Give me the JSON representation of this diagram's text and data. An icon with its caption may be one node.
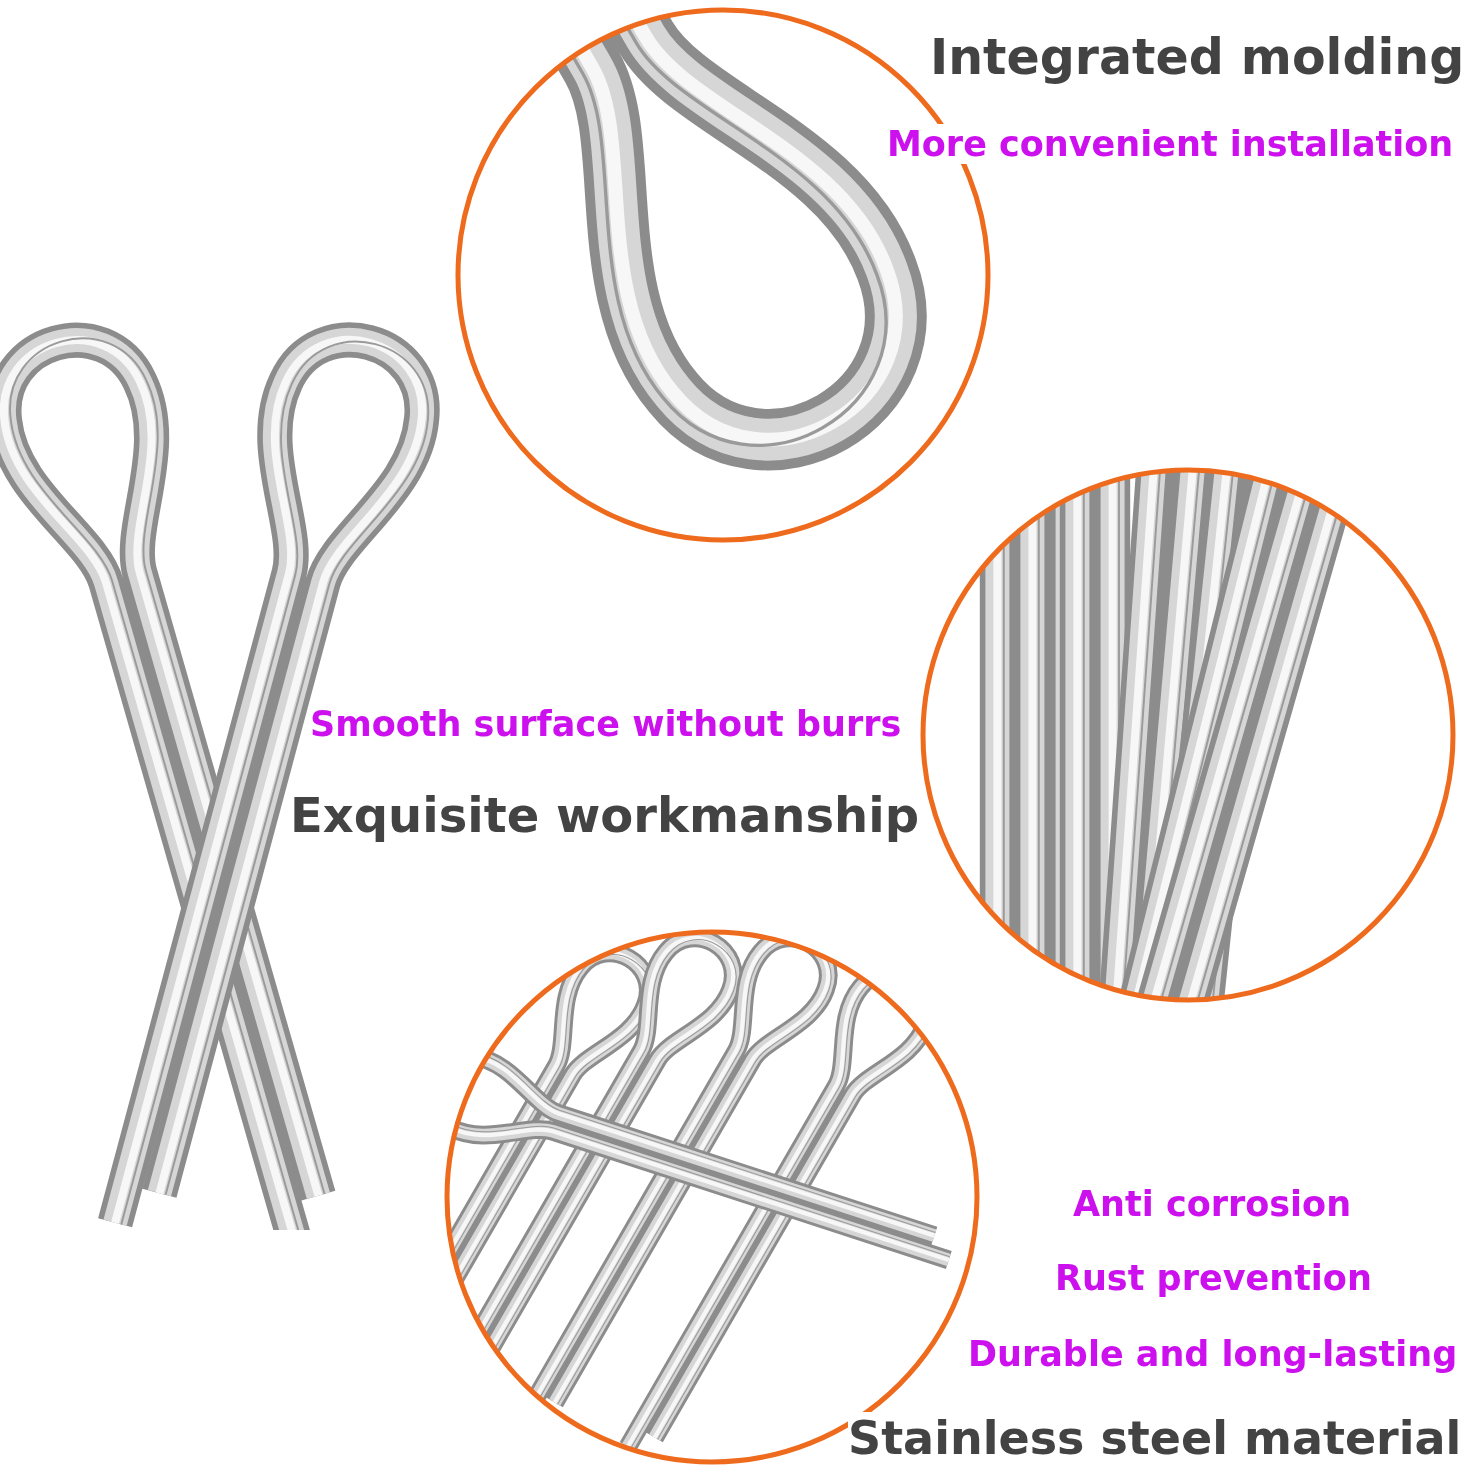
{
  "diagram": {
    "nodes": [
      {
        "text": [],
        "shape": "picture"
      },
      {
        "text": [],
        "shape": "picture"
      },
      {
        "text": [],
        "shape": "picture"
      },
      {
        "text": [],
        "shape": "picture"
      }
    ],
    "labels": [
      "Integrated molding",
      "More convenient installation",
      "Smooth surface without burrs",
      "Exquisite workmanship",
      "Anti corrosion",
      "Rust prevention",
      "Durable and long-lasting",
      "Stainless steel material"
    ]
  }
}
